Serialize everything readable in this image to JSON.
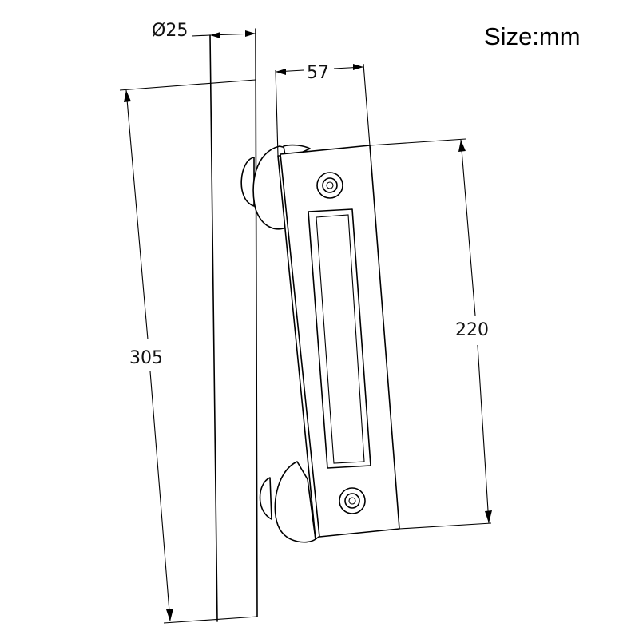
{
  "unit_label": "Size:mm",
  "dimensions": {
    "bar_diameter": "Ø25",
    "bar_length": "305",
    "plate_width": "57",
    "plate_height": "220"
  },
  "colors": {
    "line": "#000000",
    "background": "#ffffff"
  }
}
